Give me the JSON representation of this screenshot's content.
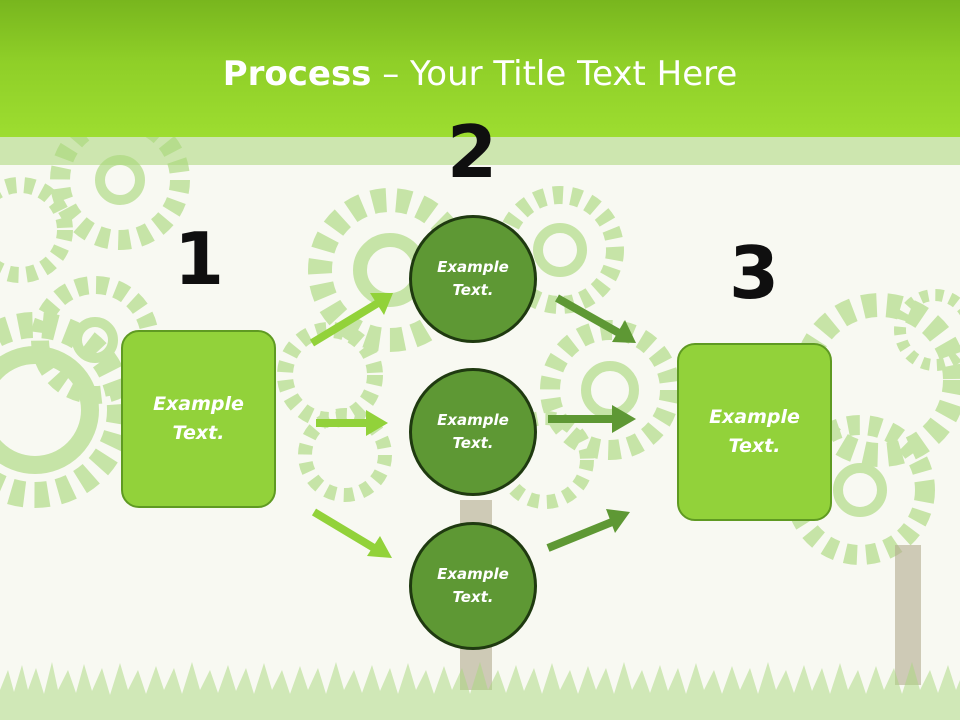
{
  "title": {
    "strong": "Process",
    "rest": " – Your Title Text Here"
  },
  "steps": [
    {
      "number": "1",
      "text": "Example\nText."
    },
    {
      "number": "2"
    },
    {
      "number": "3",
      "text": "Example\nText."
    }
  ],
  "circles": [
    {
      "text": "Example\nText."
    },
    {
      "text": "Example\nText."
    },
    {
      "text": "Example\nText."
    }
  ],
  "colors": {
    "title_bar": "#8fcf28",
    "box_fill": "#92d23a",
    "circle_fill": "#5e9834",
    "arrow_light": "#92d23a",
    "arrow_dark": "#5e9834"
  }
}
